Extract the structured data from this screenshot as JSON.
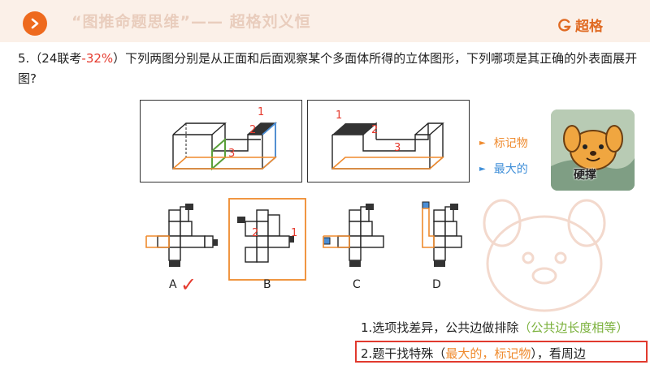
{
  "header": {
    "title": "“图推命题思维”—— 超格刘义恒",
    "brand": "超格"
  },
  "question": {
    "number": "5.（24联考",
    "rate": "-32%",
    "text_part": "）下列两图分别是从正面和后面观察某个多面体所得的立体图形，下列哪项是其正确的外表面展开图?"
  },
  "figure": {
    "front_labels": [
      "1",
      "2",
      "3"
    ],
    "back_labels": [
      "1",
      "2",
      "3"
    ],
    "option_b_labels": [
      "2",
      "1"
    ],
    "options": [
      "A",
      "B",
      "C",
      "D"
    ],
    "checkmark": "✓"
  },
  "side_list": [
    {
      "label": "标记物",
      "color": "#ef8a2d"
    },
    {
      "label": "最大的",
      "color": "#3e8ed8"
    }
  ],
  "mascot": {
    "caption": "硬撑"
  },
  "notes": {
    "line1_main": "1.选项找差异，公共边做排除",
    "line1_paren": "（公共边长度相等）",
    "line2_prefix": "2.题干找特殊（",
    "line2_a": "最大的",
    "line2_sep": "，",
    "line2_b": "标记物",
    "line2_suffix": "），看周边"
  },
  "colors": {
    "accent": "#ee6a1e",
    "red": "#e53b2f",
    "orange": "#ef8a2d",
    "blue": "#3e8ed8",
    "green": "#7bb13c"
  }
}
